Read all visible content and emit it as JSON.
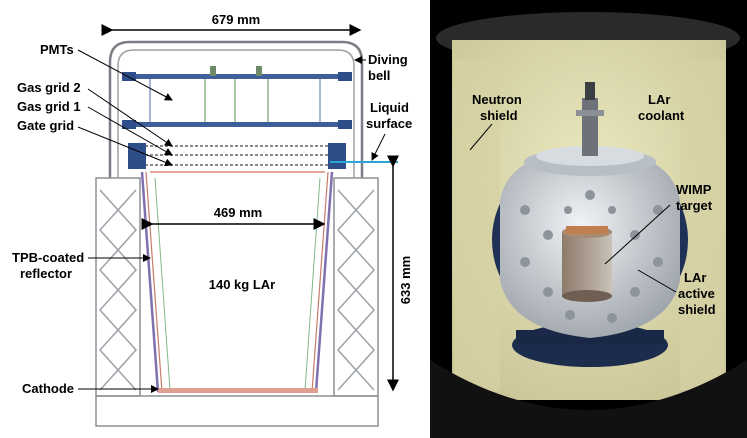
{
  "left": {
    "dimensions": {
      "top_width": "679 mm",
      "inner_width": "469 mm",
      "height": "633 mm"
    },
    "labels": {
      "pmts": "PMTs",
      "gas_grid_2": "Gas grid 2",
      "gas_grid_1": "Gas grid 1",
      "gate_grid": "Gate grid",
      "diving_bell_1": "Diving",
      "diving_bell_2": "bell",
      "liquid_surface_1": "Liquid",
      "liquid_surface_2": "surface",
      "tpb_1": "TPB-coated",
      "tpb_2": "reflector",
      "center": "140 kg LAr",
      "cathode": "Cathode"
    }
  },
  "right": {
    "labels": {
      "neutron_shield_1": "Neutron",
      "neutron_shield_2": "shield",
      "lar_coolant_1": "LAr",
      "lar_coolant_2": "coolant",
      "wimp_target_1": "WIMP",
      "wimp_target_2": "target",
      "lar_active_1": "LAr",
      "lar_active_2": "active",
      "lar_active_3": "shield"
    },
    "colors": {
      "shield_fill": "#e6e3b4",
      "sphere": "#d9dde2",
      "background": "#000000"
    }
  }
}
